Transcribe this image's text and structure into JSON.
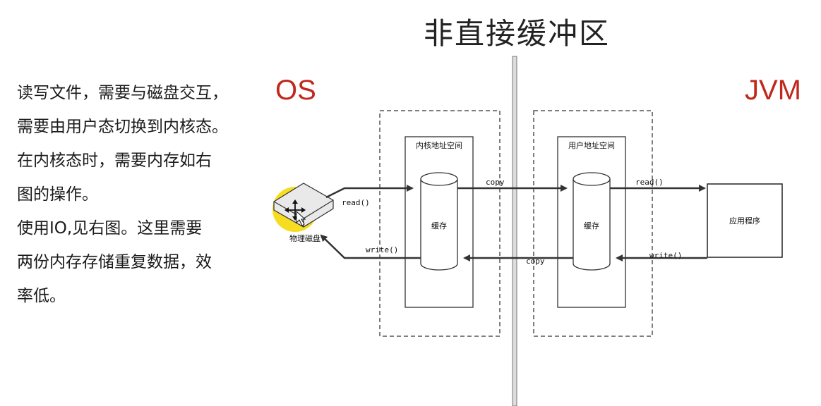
{
  "title": "非直接缓冲区",
  "description_lines": [
    "读写文件，需要与磁盘交互，",
    "需要由用户态切换到内核态。",
    "在内核态时，需要内存如右",
    "图的操作。",
    "使用IO,见右图。这里需要",
    "两份内存存储重复数据，效",
    "率低。"
  ],
  "labels": {
    "os": "OS",
    "jvm": "JVM",
    "kernel_space": "内核地址空间",
    "user_space": "用户地址空间",
    "kernel_buffer": "缓存",
    "user_buffer": "缓存",
    "disk": "物理磁盘",
    "app": "应用程序",
    "read_disk": "read()",
    "write_disk": "write()",
    "copy_top": "copy",
    "copy_bottom": "copy",
    "read_app": "read()",
    "write_app": "write()"
  },
  "colors": {
    "accent_red": "#c0281c",
    "cursor_highlight": "#f5d90a"
  }
}
